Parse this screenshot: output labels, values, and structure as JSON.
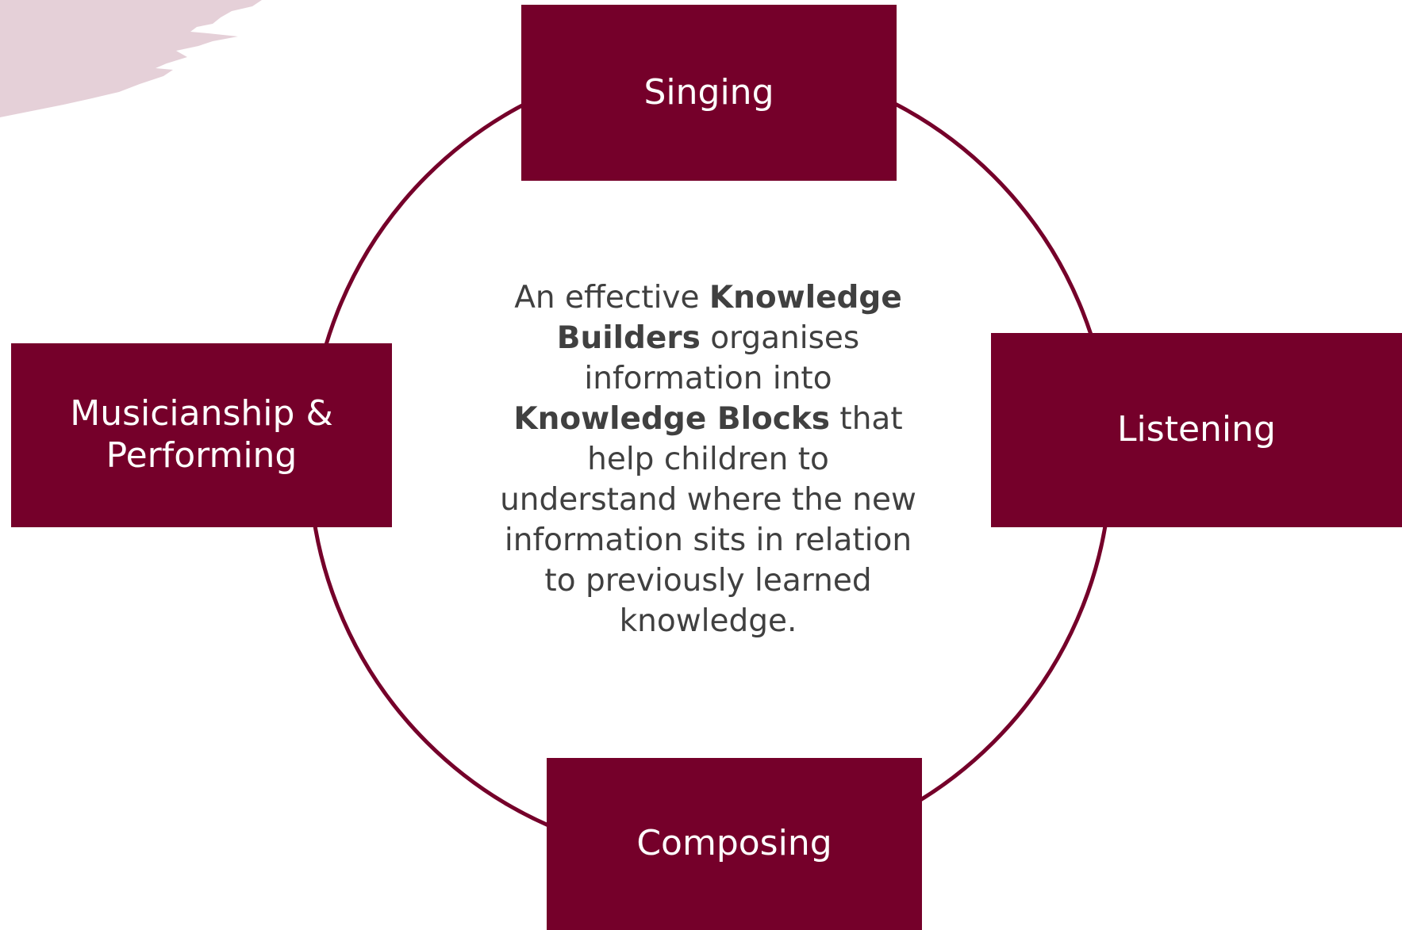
{
  "colors": {
    "accent": "#75002a",
    "ring": "#75002a",
    "decoration": "#e5d0d8",
    "box_text": "#ffffff",
    "body_text": "#404040",
    "background": "#ffffff"
  },
  "diagram": {
    "nodes": {
      "singing": "Singing",
      "listening": "Listening",
      "composing": "Composing",
      "musicianship": "Musicianship &\nPerforming"
    },
    "center": {
      "part1": "An effective ",
      "bold1": "Knowledge Builders",
      "part2": " organises information into ",
      "bold2": "Knowledge Blocks",
      "part3": " that help children to understand where the new information sits in relation to previously learned knowledge."
    }
  }
}
